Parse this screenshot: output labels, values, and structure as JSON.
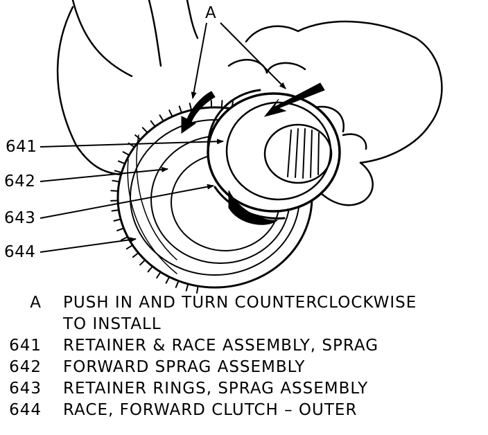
{
  "callouts": {
    "a": "A",
    "c641": "641",
    "c642": "642",
    "c643": "643",
    "c644": "644"
  },
  "legend": [
    {
      "key": "A",
      "lines": [
        "PUSH IN AND TURN COUNTERCLOCKWISE",
        "TO INSTALL"
      ]
    },
    {
      "key": "641",
      "lines": [
        "RETAINER & RACE ASSEMBLY, SPRAG"
      ]
    },
    {
      "key": "642",
      "lines": [
        "FORWARD SPRAG ASSEMBLY"
      ]
    },
    {
      "key": "643",
      "lines": [
        "RETAINER RINGS, SPRAG ASSEMBLY"
      ]
    },
    {
      "key": "644",
      "lines": [
        "RACE, FORWARD CLUTCH – OUTER"
      ]
    }
  ],
  "colors": {
    "ink": "#000000",
    "paper": "#ffffff"
  }
}
